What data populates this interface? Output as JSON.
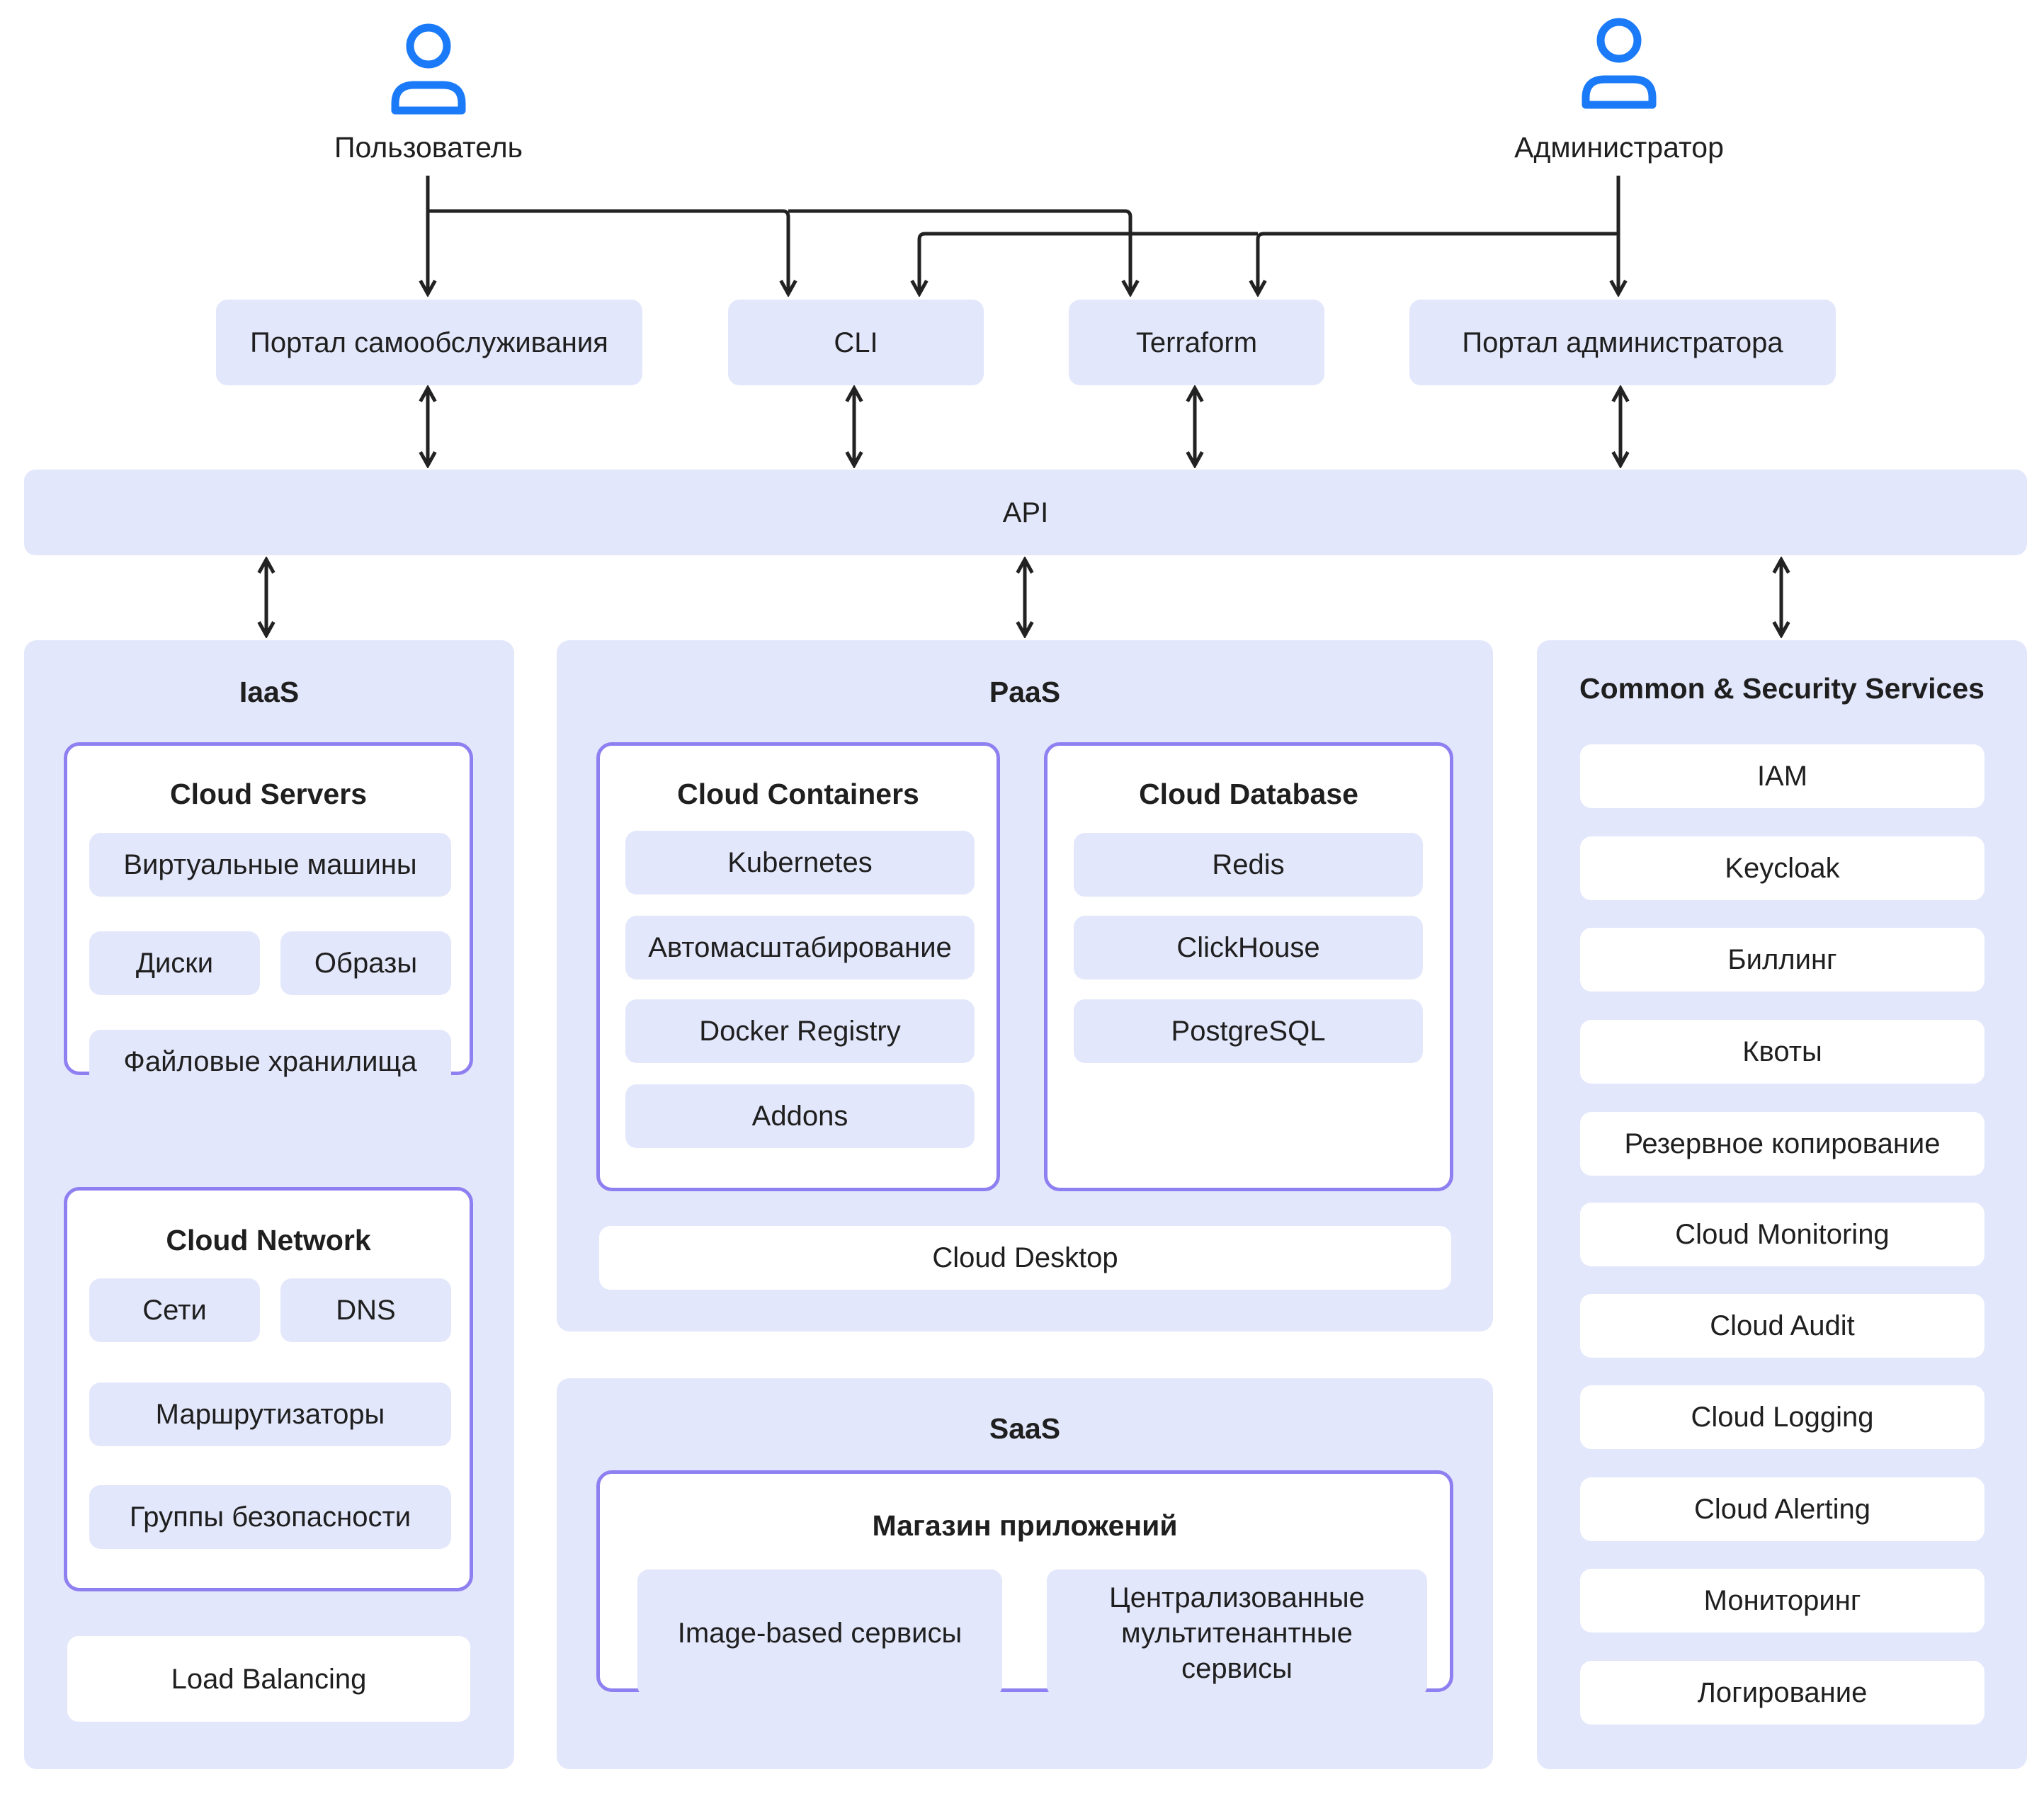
{
  "actors": {
    "user": {
      "label": "Пользователь",
      "icon": "user-icon"
    },
    "admin": {
      "label": "Администратор",
      "icon": "user-icon"
    }
  },
  "clients": {
    "self_service_portal": "Портал самообслуживания",
    "cli": "CLI",
    "terraform": "Terraform",
    "admin_portal": "Портал администратора"
  },
  "api": {
    "label": "API"
  },
  "iaas": {
    "title": "IaaS",
    "cloud_servers": {
      "title": "Cloud Servers",
      "vms": "Виртуальные машины",
      "disks": "Диски",
      "images": "Образы",
      "file_storage": "Файловые хранилища"
    },
    "cloud_network": {
      "title": "Cloud Network",
      "networks": "Сети",
      "dns": "DNS",
      "routers": "Маршрутизаторы",
      "security_groups": "Группы безопасности"
    },
    "load_balancing": "Load Balancing"
  },
  "paas": {
    "title": "PaaS",
    "cloud_containers": {
      "title": "Cloud Containers",
      "items": [
        "Kubernetes",
        "Автомасштабирование",
        "Docker Registry",
        "Addons"
      ]
    },
    "cloud_database": {
      "title": "Cloud Database",
      "items": [
        "Redis",
        "ClickHouse",
        "PostgreSQL"
      ]
    },
    "cloud_desktop": "Cloud Desktop"
  },
  "saas": {
    "title": "SaaS",
    "app_store": {
      "title": "Магазин приложений",
      "image_based": "Image-based сервисы",
      "multitenant": "Централизованные мультитенантные сервисы"
    }
  },
  "common": {
    "title": "Common & Security Services",
    "items": [
      "IAM",
      "Keycloak",
      "Биллинг",
      "Квоты",
      "Резервное копирование",
      "Cloud Monitoring",
      "Cloud Audit",
      "Cloud Logging",
      "Cloud Alerting",
      "Мониторинг",
      "Логирование"
    ]
  },
  "colors": {
    "accent": "#1a7af8",
    "panel": "#e3e7fb",
    "group_border": "#8f80f1",
    "line": "#222222"
  }
}
